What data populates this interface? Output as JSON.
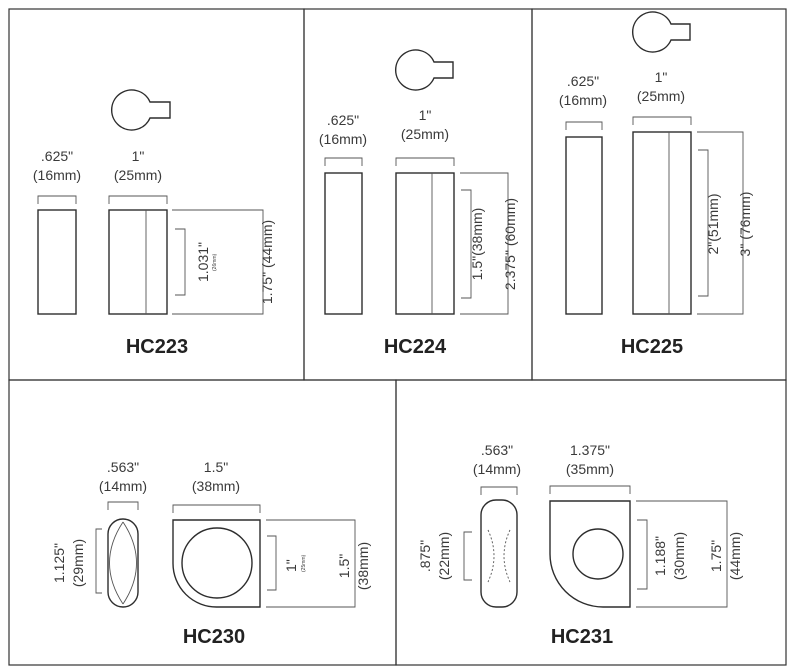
{
  "panels": {
    "hc223": {
      "model": "HC223",
      "width_small_in": ".625\"",
      "width_small_mm": "(16mm)",
      "width_large_in": "1\"",
      "width_large_mm": "(25mm)",
      "inner_height_in": "1.031\"",
      "inner_height_mm": "(26mm)",
      "outer_height": "1.75\" (44mm)"
    },
    "hc224": {
      "model": "HC224",
      "width_small_in": ".625\"",
      "width_small_mm": "(16mm)",
      "width_large_in": "1\"",
      "width_large_mm": "(25mm)",
      "inner_height": "1.5\"(38mm)",
      "outer_height": "2.375\" (60mm)"
    },
    "hc225": {
      "model": "HC225",
      "width_small_in": ".625\"",
      "width_small_mm": "(16mm)",
      "width_large_in": "1\"",
      "width_large_mm": "(25mm)",
      "inner_height": "2\"(51mm)",
      "outer_height": "3\" (76mm)"
    },
    "hc230": {
      "model": "HC230",
      "width_small_in": ".563\"",
      "width_small_mm": "(14mm)",
      "width_large_in": "1.5\"",
      "width_large_mm": "(38mm)",
      "side_height_in": "1.125\"",
      "side_height_mm": "(29mm)",
      "inner_height_in": "1\"",
      "inner_height_mm": "(25mm)",
      "outer_height_in": "1.5\"",
      "outer_height_mm": "(38mm)"
    },
    "hc231": {
      "model": "HC231",
      "width_small_in": ".563\"",
      "width_small_mm": "(14mm)",
      "width_large_in": "1.375\"",
      "width_large_mm": "(35mm)",
      "side_height_in": ".875\"",
      "side_height_mm": "(22mm)",
      "inner_height_in": "1.188\"",
      "inner_height_mm": "(30mm)",
      "outer_height_in": "1.75\"",
      "outer_height_mm": "(44mm)"
    }
  }
}
